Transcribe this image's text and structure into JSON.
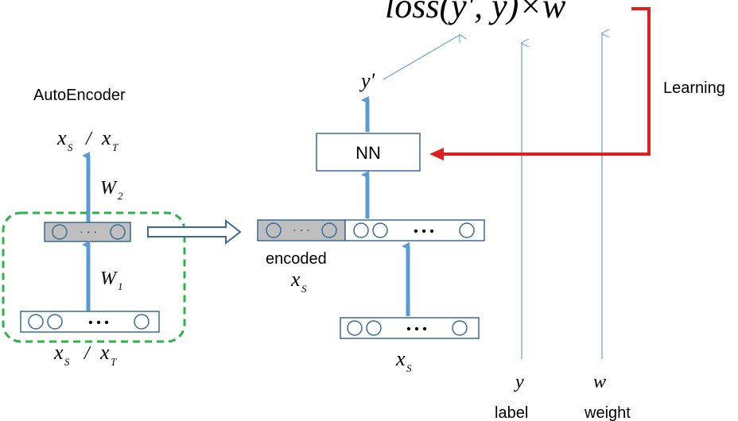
{
  "labels": {
    "autoencoder_title": "AutoEncoder",
    "nn_label": "NN",
    "encoded_label": "encoded",
    "learning_label": "Learning",
    "label_caption": "label",
    "weight_caption": "weight"
  },
  "math": {
    "loss_formula_prefix": "loss(",
    "loss_formula_yprime": "y'",
    "loss_formula_sep": ", ",
    "loss_formula_y": "y",
    "loss_formula_suffix": ")×",
    "loss_formula_w": "w",
    "y_prime": "y'",
    "x": "x",
    "sub_s": "S",
    "sub_t": "T",
    "slash": "/",
    "w_letter": "W",
    "sub_1": "1",
    "sub_2": "2",
    "y_var": "y",
    "w_var": "w",
    "dots": "• • •",
    "small_dots": "· · ·"
  },
  "colors": {
    "box_stroke": "#3a6a98",
    "arrow_blue": "#5b9bd5",
    "thin_line_blue": "#6fa8dc",
    "feedback_red": "#e02020",
    "dashed_green": "#2db24a",
    "encoded_fill": "#bfbfbf"
  }
}
